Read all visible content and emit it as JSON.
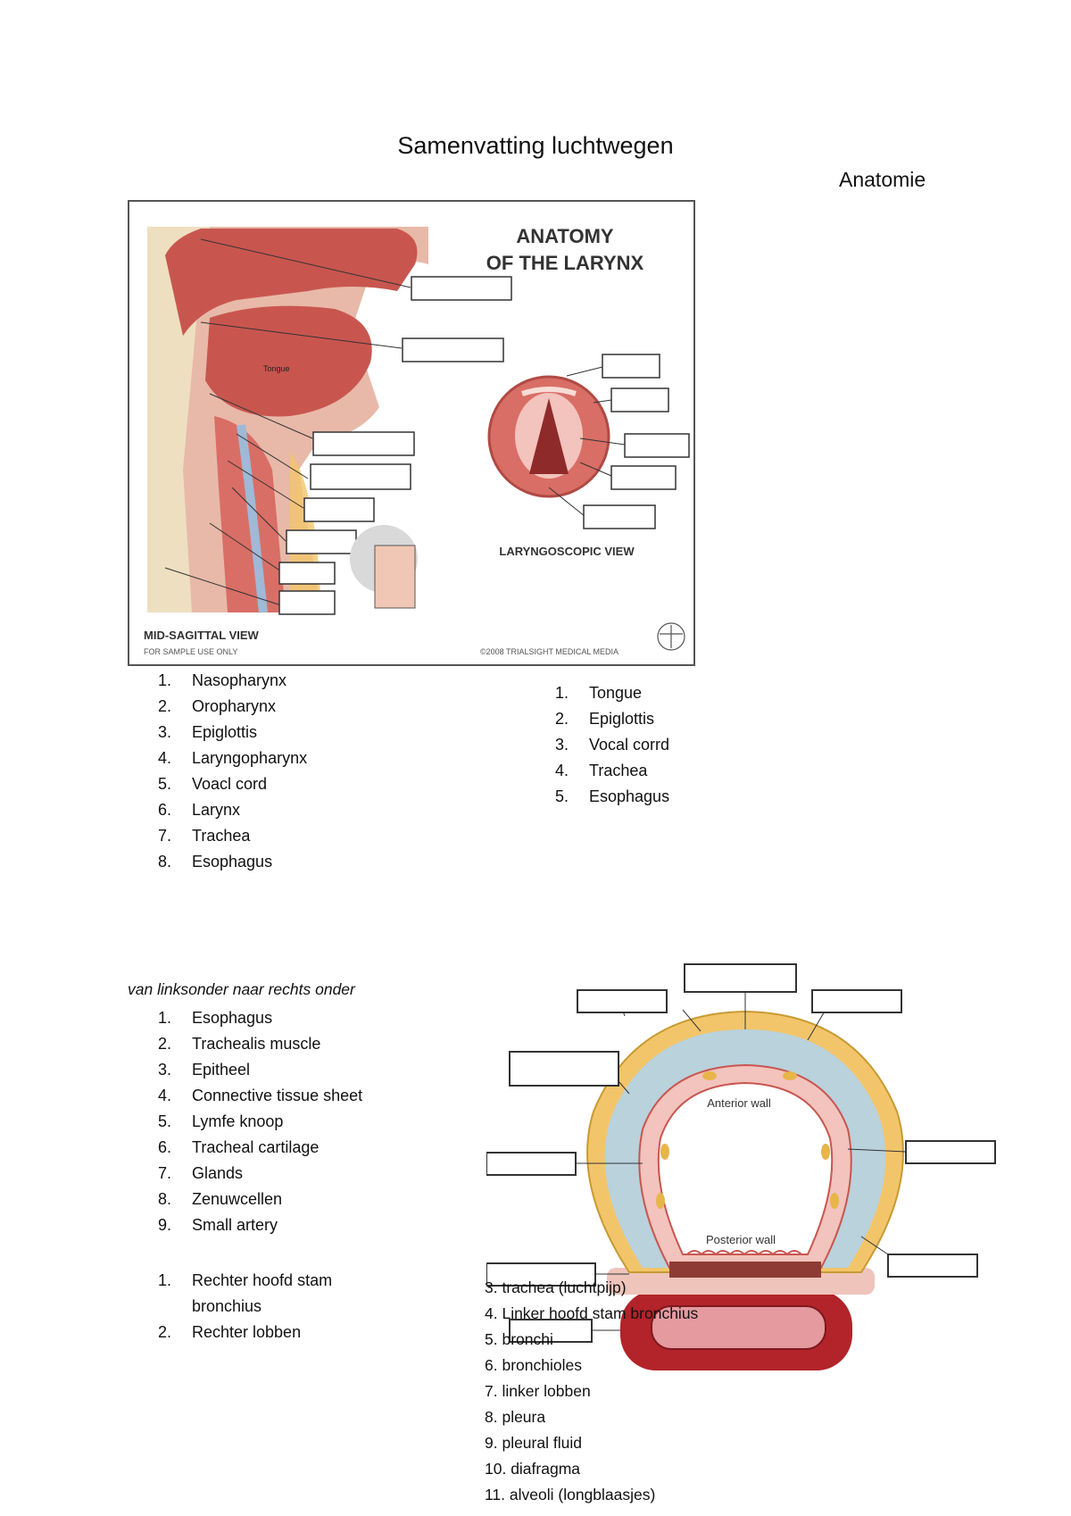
{
  "document": {
    "title": "Samenvatting luchtwegen",
    "subtitle": "Anatomie"
  },
  "larynx_figure": {
    "heading_line1": "ANATOMY",
    "heading_line2": "OF THE LARYNX",
    "label_tongue": "Tongue",
    "caption_left": "MID-SAGITTAL VIEW",
    "caption_sample": "FOR SAMPLE USE ONLY",
    "caption_right": "LARYNGOSCOPIC VIEW",
    "copyright": "©2008 TRIALSIGHT MEDICAL MEDIA"
  },
  "list_left": [
    {
      "num": "1.",
      "text": "Nasopharynx"
    },
    {
      "num": "2.",
      "text": "Oropharynx"
    },
    {
      "num": "3.",
      "text": "Epiglottis"
    },
    {
      "num": "4.",
      "text": "Laryngopharynx"
    },
    {
      "num": "5.",
      "text": "Voacl cord"
    },
    {
      "num": "6.",
      "text": "Larynx"
    },
    {
      "num": "7.",
      "text": "Trachea"
    },
    {
      "num": "8.",
      "text": "Esophagus"
    }
  ],
  "list_right": [
    {
      "num": "1.",
      "text": "Tongue"
    },
    {
      "num": "2.",
      "text": "Epiglottis"
    },
    {
      "num": "3.",
      "text": "Vocal corrd"
    },
    {
      "num": "4.",
      "text": "Trachea"
    },
    {
      "num": "5.",
      "text": "Esophagus"
    }
  ],
  "trachea_section": {
    "intro": "van linksonder naar rechts onder",
    "items": [
      {
        "num": "1.",
        "text": "Esophagus"
      },
      {
        "num": "2.",
        "text": "Trachealis muscle"
      },
      {
        "num": "3.",
        "text": "Epitheel"
      },
      {
        "num": "4.",
        "text": "Connective tissue sheet"
      },
      {
        "num": "5.",
        "text": "Lymfe knoop"
      },
      {
        "num": "6.",
        "text": "Tracheal cartilage"
      },
      {
        "num": "7.",
        "text": "Glands"
      },
      {
        "num": "8.",
        "text": "Zenuwcellen"
      },
      {
        "num": "9.",
        "text": "Small artery"
      }
    ]
  },
  "trachea_figure": {
    "anterior_label": "Anterior wall",
    "posterior_label": "Posterior wall"
  },
  "bronchi_list": [
    {
      "num": "1.",
      "text": "Rechter hoofd stam bronchius"
    },
    {
      "num": "2.",
      "text": "Rechter lobben"
    }
  ],
  "bronchi_list_continued": [
    "3. trachea (luchtpijp)",
    "4. Linker hoofd stam bronchius",
    "5. bronchi",
    "6. bronchioles",
    "7. linker lobben",
    "8. pleura",
    "9. pleural fluid",
    "10. diafragma",
    "11. alveoli (longblaasjes)"
  ],
  "colors": {
    "tissue": "#c8564f",
    "tissue_light": "#e9a79d",
    "bone": "#eedfc0",
    "fat": "#f3c56a",
    "cartilage": "#b9d2dc",
    "mucosa": "#f3c3bd"
  }
}
